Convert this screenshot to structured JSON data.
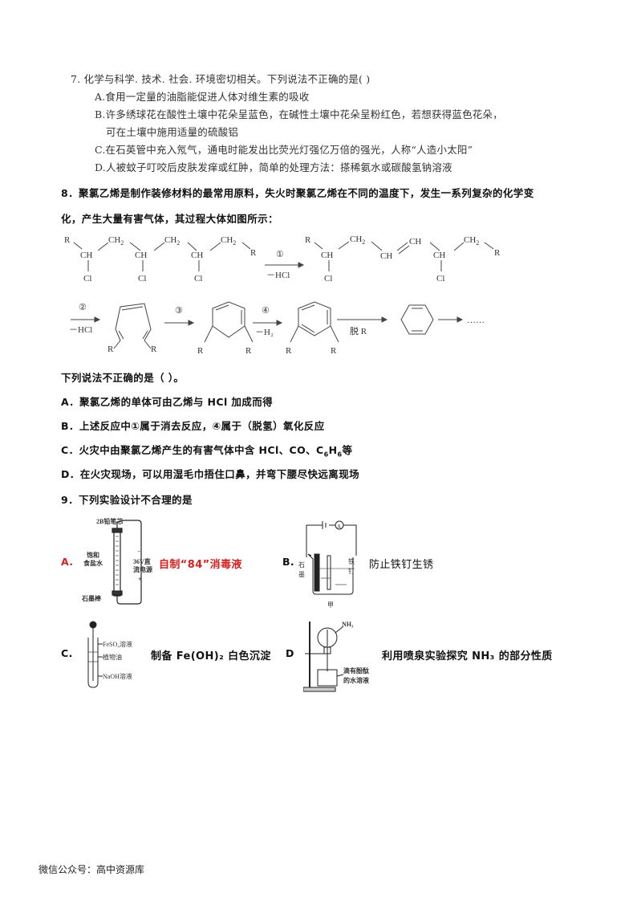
{
  "question7": {
    "stem": "7. 化学与科学. 技术. 社会. 环境密切相关。下列说法不正确的是(      )",
    "options": [
      {
        "label": "A.",
        "text": "食用一定量的油脂能促进人体对维生素的吸收"
      },
      {
        "label": "B.",
        "text": "许多绣球花在酸性土壤中花朵呈蓝色，在碱性土壤中花朵呈粉红色，若想获得蓝色花朵，",
        "text2": "可在土壤中施用适量的硫酸铝"
      },
      {
        "label": "C.",
        "text": "在石英管中充入氖气，通电时能发出比荧光灯强亿万倍的强光，人称“人造小太阳”"
      },
      {
        "label": "D.",
        "text": "人被蚊子叮咬后皮肤发痒或红肿，简单的处理方法：搽稀氨水或碳酸氢钠溶液"
      }
    ]
  },
  "question8": {
    "stem_line1": "8．聚氯乙烯是制作装修材料的最常用原料，失火时聚氯乙烯在不同的温度下，发生一系列复杂的化学变",
    "stem_line2": "化，产生大量有害气体，其过程大体如图所示：",
    "scheme": {
      "step1_label": "①",
      "step1_cond": "－HCl",
      "step2_label": "②",
      "step2_cond": "－HCl",
      "step3_label": "③",
      "step4_label": "④",
      "step4_cond": "－H₂",
      "step5_cond": "脱 R",
      "ellipsis": "……",
      "groups": {
        "R": "R",
        "CH": "CH",
        "CH2": "CH",
        "Cl": "Cl",
        "sub2": "2"
      }
    },
    "prompt": "下列说法不正确的是（      ）。",
    "options": [
      {
        "label": "A．",
        "text": "聚氯乙烯的单体可由乙烯与 HCl 加成而得"
      },
      {
        "label": "B．",
        "text": "上述反应中①属于消去反应，④属于（脱氢）氧化反应"
      },
      {
        "label": "C．",
        "text_pre": "火灾中由聚氯乙烯产生的有害气体中含 HCl、CO、C",
        "sub1": "6",
        "mid": "H",
        "sub2": "6",
        "text_post": "等"
      },
      {
        "label": "D．",
        "text": "在火灾现场，可以用湿毛巾捂住口鼻，并弯下腰尽快远离现场"
      }
    ]
  },
  "question9": {
    "stem": "9．下列实验设计不合理的是",
    "options": [
      {
        "label": "A.",
        "text": "自制“84”消毒液",
        "color": "#d42020",
        "figure_labels": {
          "top": "2B铅笔芯",
          "left1": "饱和",
          "left2": "食盐水",
          "bottom": "石墨棒",
          "source1": "36V直",
          "source2": "流电源",
          "minus": "-",
          "plus": "+"
        }
      },
      {
        "label": "B.",
        "text": "防止铁钉生锈",
        "figure_labels": {
          "left1": "石",
          "left2": "墨",
          "right1": "铁",
          "right2": "钉",
          "caption": "甲",
          "meter": "A"
        }
      },
      {
        "label": "C.",
        "text": "制备 Fe(OH)₂ 白色沉淀",
        "figure_labels": {
          "l1": "FeSO₄溶液",
          "l2": "植物油",
          "l3": "NaOH溶液"
        }
      },
      {
        "label": "D",
        "text": "利用喷泉实验探究 NH₃ 的部分性质",
        "figure_labels": {
          "gas": "NH₃",
          "sol1": "滴有酚酞",
          "sol2": "的水溶液"
        }
      }
    ]
  },
  "footer": {
    "text": "微信公众号：高中资源库"
  }
}
